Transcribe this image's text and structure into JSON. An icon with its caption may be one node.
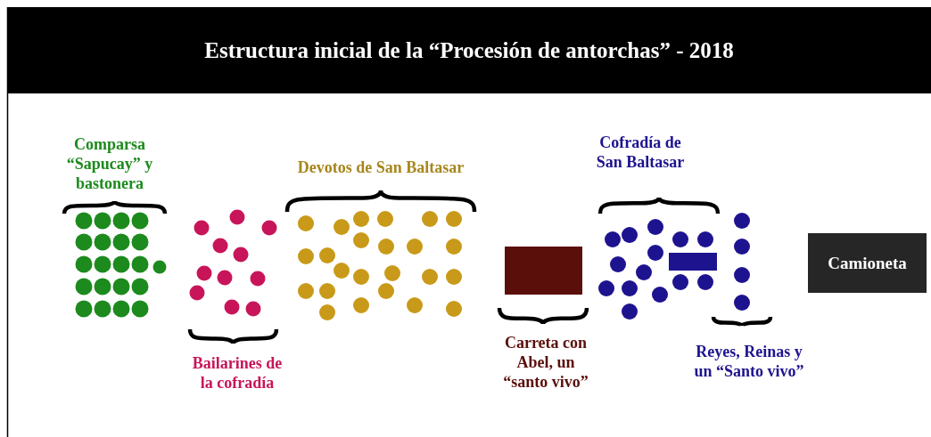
{
  "diagram": {
    "title": "Estructura inicial de la “Procesión de antorchas” - 2018",
    "nodes": [
      {
        "text": [],
        "shape": "box"
      },
      {
        "text": [],
        "shape": "box"
      },
      {
        "text": [
          "Camioneta"
        ]
      }
    ],
    "labels": [
      "Comparsa “Sapucay” y bastonera",
      "Cofradía de San Baltasar",
      "Devotos de San Baltasar",
      "Carreta con Abel, un “santo vivo”",
      "Reyes, Reinas y un “Santo vivo”",
      "Bailarines de la cofradía"
    ]
  }
}
